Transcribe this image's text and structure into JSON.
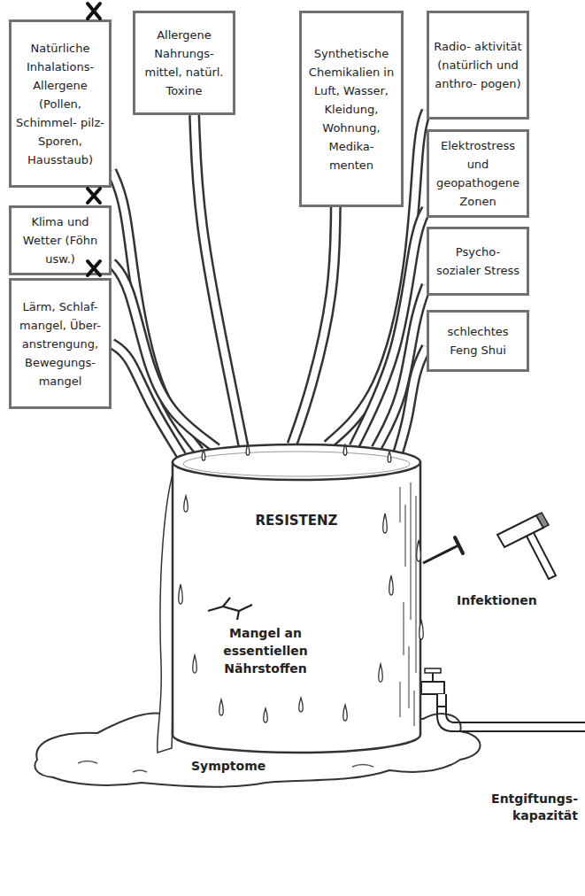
{
  "diagram": {
    "nodes": [
      {
        "text": [
          "Natürliche Inhalations- Allergene (Pollen, Schimmel- pilz-Sporen, Hausstaub)"
        ]
      },
      {
        "text": [
          "Klima und Wetter (Föhn usw.)"
        ]
      },
      {
        "text": [
          "Lärm, Schlaf- mangel, Über- anstrengung, Bewegungs- mangel"
        ]
      },
      {
        "text": [
          "Allergene Nahrungs- mittel, natürl. Toxine"
        ]
      },
      {
        "text": [
          "Synthetische Chemikalien in Luft, Wasser, Kleidung, Wohnung, Medika- menten"
        ]
      },
      {
        "text": [
          "Radio- aktivität (natürlich und anthro- pogen)"
        ]
      },
      {
        "text": [
          "Elektrostress und geopathogene Zonen"
        ]
      },
      {
        "text": [
          "Psycho- sozialer Stress"
        ]
      },
      {
        "text": [
          "schlechtes Feng Shui"
        ]
      },
      {
        "text": [
          "RESISTENZ",
          "Mangel an essentiellen Nährstoffen"
        ]
      }
    ],
    "edges": [
      {
        "from": 0,
        "to": 9,
        "arrow": "none"
      },
      {
        "from": 1,
        "to": 9,
        "arrow": "none"
      },
      {
        "from": 2,
        "to": 9,
        "arrow": "none"
      },
      {
        "from": 3,
        "to": 9,
        "arrow": "none"
      },
      {
        "from": 4,
        "to": 9,
        "arrow": "none"
      },
      {
        "from": 5,
        "to": 9,
        "arrow": "none"
      },
      {
        "from": 6,
        "to": 9,
        "arrow": "none"
      },
      {
        "from": 7,
        "to": 9,
        "arrow": "none"
      },
      {
        "from": 8,
        "to": 9,
        "arrow": "none"
      }
    ],
    "labels": [
      "Infektionen",
      "Symptome",
      "Entgiftungs- kapazität"
    ]
  }
}
